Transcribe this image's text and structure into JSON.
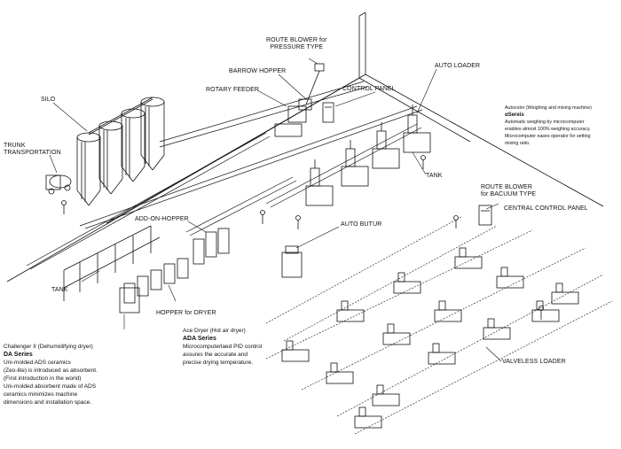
{
  "labels": {
    "route_blower_pressure": [
      "ROUTE BLOWER for",
      "PRESSURE TYPE"
    ],
    "barrow_hopper": "BARROW HOPPER",
    "rotary_feeder": "ROTARY FEEDER",
    "control_panel": "CONTROL PANEL",
    "auto_loader": "AUTO LOADER",
    "silo": "SILO",
    "trunk_transportation": [
      "TRUNK",
      "TRANSPORTATION"
    ],
    "tank_upper": "TANK",
    "route_blower_vacuum": [
      "ROUTE BLOWER",
      "for BACUUM TYPE"
    ],
    "central_control_panel": "CENTRAL CONTROL PANEL",
    "add_on_hopper": "ADD-ON-HOPPER",
    "auto_butur": "AUTO BUTUR",
    "tank_lower": "TANK",
    "hopper_for_dryer": "HOPPER for DRYER",
    "valveless_loader": "VALVELESS LOADER"
  },
  "autocolor": {
    "title": "Autocolor (Weighing and mixing machine)",
    "series": "αSereis",
    "lines": [
      "Automatic weighing by microcomputer",
      "enables almost 100% weighing accuracy.",
      "Microcomputer eases operator for setting",
      "mixing ratio."
    ]
  },
  "challenger": {
    "title": "Challenger II (Dehumidifying dryer)",
    "series": "DA Series",
    "lines": [
      "Uni-molded ADS ceramics",
      "(Zeo-lite) is introduced as absorbent.",
      "(First introduction in the world)",
      "Uni-molded absorbent made of ADS",
      "ceramics minimizes machine",
      "dimensions and installation space."
    ]
  },
  "ace": {
    "title": "Ace Dryer (Hot air dryer)",
    "series": "ADA Series",
    "lines": [
      "Microcomputerlaed PID control",
      "assures the accurate and",
      "precise drying temperature."
    ]
  }
}
